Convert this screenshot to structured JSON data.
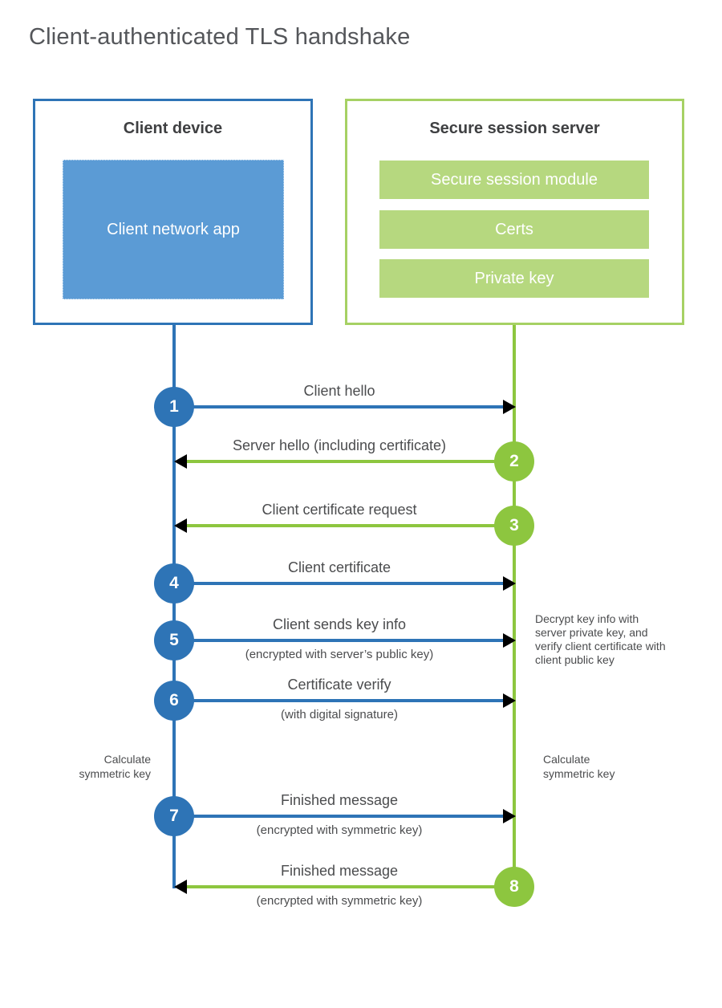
{
  "title": "Client-authenticated TLS handshake",
  "colors": {
    "blue": "#2e74b6",
    "blue_fill": "#5b9bd5",
    "green": "#8dc63f",
    "green_border": "#a6d164",
    "green_fill": "#b6d87f"
  },
  "client": {
    "title": "Client device",
    "module": "Client network app"
  },
  "server": {
    "title": "Secure session server",
    "modules": [
      "Secure session module",
      "Certs",
      "Private key"
    ]
  },
  "messages": [
    {
      "num": "1",
      "label": "Client hello",
      "sub": "",
      "direction": "right",
      "color": "blue"
    },
    {
      "num": "2",
      "label": "Server hello (including certificate)",
      "sub": "",
      "direction": "left",
      "color": "green"
    },
    {
      "num": "3",
      "label": "Client certificate request",
      "sub": "",
      "direction": "left",
      "color": "green"
    },
    {
      "num": "4",
      "label": "Client certificate",
      "sub": "",
      "direction": "right",
      "color": "blue"
    },
    {
      "num": "5",
      "label": "Client sends key info",
      "sub": "(encrypted with server’s public key)",
      "direction": "right",
      "color": "blue"
    },
    {
      "num": "6",
      "label": "Certificate verify",
      "sub": "(with digital signature)",
      "direction": "right",
      "color": "blue"
    },
    {
      "num": "7",
      "label": "Finished message",
      "sub": "(encrypted with symmetric key)",
      "direction": "right",
      "color": "blue"
    },
    {
      "num": "8",
      "label": "Finished message",
      "sub": "(encrypted with symmetric key)",
      "direction": "left",
      "color": "green"
    }
  ],
  "annotations": {
    "server_note": "Decrypt key info with server private key, and verify client certificate with client public key",
    "client_calc": "Calculate symmetric key",
    "server_calc": "Calculate symmetric key"
  }
}
